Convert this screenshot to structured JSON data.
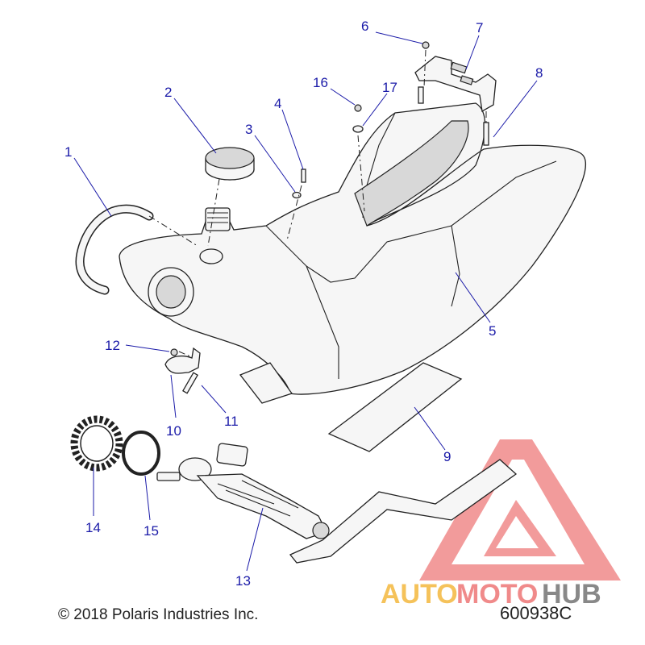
{
  "callouts": [
    "1",
    "2",
    "3",
    "4",
    "5",
    "6",
    "7",
    "8",
    "9",
    "10",
    "11",
    "12",
    "13",
    "14",
    "15",
    "16",
    "17"
  ],
  "copyright": "© 2018 Polaris Industries Inc.",
  "part_number": "600938C",
  "watermark": {
    "auto": "AUTO",
    "moto": "MOTO",
    "hub": "HUB"
  },
  "colors": {
    "callout": "#1a1aa8",
    "watermark_red": "#e84a4a",
    "watermark_yellow": "#f5c25a",
    "watermark_gray": "#888888"
  }
}
